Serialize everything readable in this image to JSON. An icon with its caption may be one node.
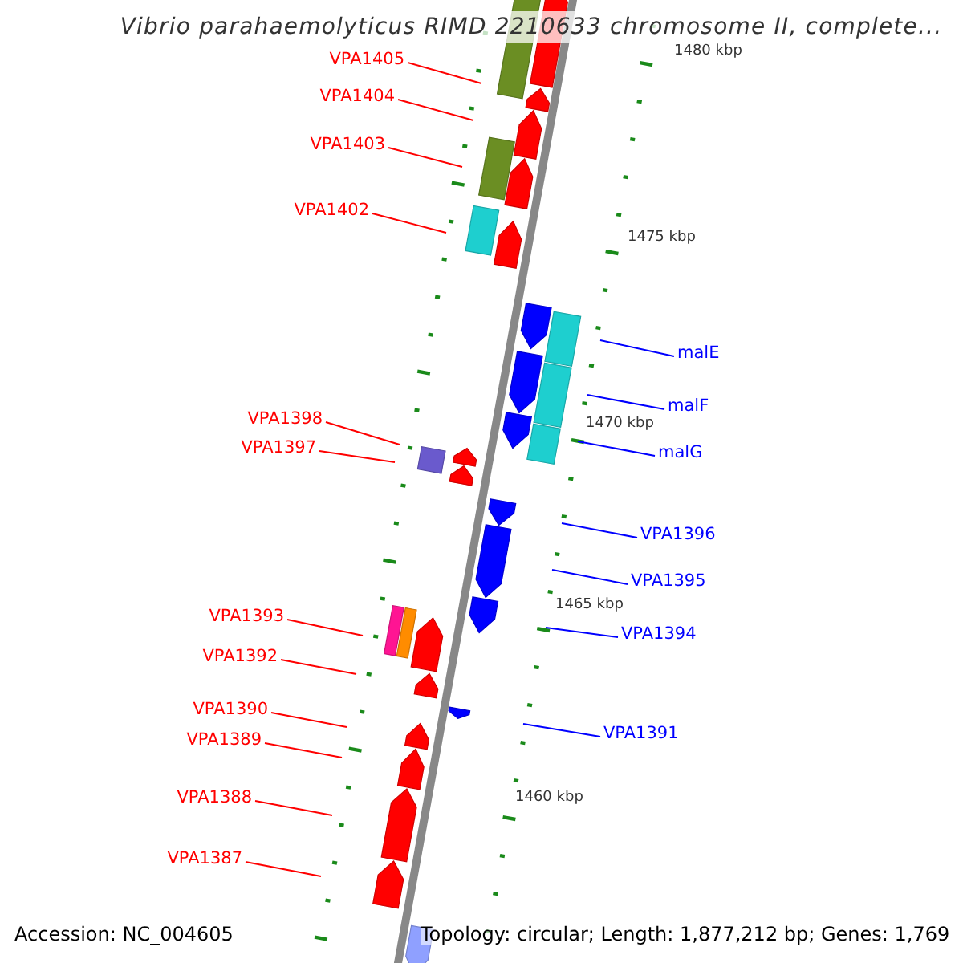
{
  "diagram": {
    "title": "Vibrio parahaemolyticus RIMD 2210633 chromosome II, complete...",
    "nodes": [
      {
        "text": [
          "VPA1405"
        ]
      },
      {
        "text": [
          "VPA1404"
        ]
      },
      {
        "text": [
          "VPA1403"
        ]
      },
      {
        "text": [
          "VPA1402"
        ]
      },
      {
        "text": [
          "malE"
        ]
      },
      {
        "text": [
          "malF"
        ]
      },
      {
        "text": [
          "VPA1398"
        ]
      },
      {
        "text": [
          "VPA1397"
        ]
      },
      {
        "text": [
          "malG"
        ]
      },
      {
        "text": [
          "VPA1396"
        ]
      },
      {
        "text": [
          "VPA1395"
        ]
      },
      {
        "text": [
          "VPA1393"
        ]
      },
      {
        "text": [
          "VPA1394"
        ]
      },
      {
        "text": [
          "VPA1392"
        ]
      },
      {
        "text": [
          "VPA1390"
        ]
      },
      {
        "text": [
          "VPA1391"
        ]
      },
      {
        "text": [
          "VPA1389"
        ]
      },
      {
        "text": [
          "VPA1388"
        ]
      },
      {
        "text": [
          "VPA1387"
        ]
      }
    ],
    "edges": [
      {
        "from": 0,
        "to": null,
        "arrow": "none"
      },
      {
        "from": 1,
        "to": null,
        "arrow": "none"
      },
      {
        "from": 2,
        "to": null,
        "arrow": "none"
      },
      {
        "from": 3,
        "to": null,
        "arrow": "none"
      },
      {
        "from": 4,
        "to": null,
        "arrow": "none",
        "color": "#0000ff"
      },
      {
        "from": 5,
        "to": null,
        "arrow": "none",
        "color": "#0000ff"
      },
      {
        "from": 6,
        "to": null,
        "arrow": "none"
      },
      {
        "from": 7,
        "to": null,
        "arrow": "none"
      },
      {
        "from": 8,
        "to": null,
        "arrow": "none",
        "color": "#0000ff"
      },
      {
        "from": 9,
        "to": null,
        "arrow": "none",
        "color": "#0000ff"
      },
      {
        "from": 10,
        "to": null,
        "arrow": "none",
        "color": "#0000ff"
      },
      {
        "from": 11,
        "to": null,
        "arrow": "none"
      },
      {
        "from": 12,
        "to": null,
        "arrow": "none",
        "color": "#0000ff"
      },
      {
        "from": 13,
        "to": null,
        "arrow": "none"
      },
      {
        "from": 14,
        "to": null,
        "arrow": "none"
      },
      {
        "from": 15,
        "to": null,
        "arrow": "none",
        "color": "#0000ff"
      },
      {
        "from": 16,
        "to": null,
        "arrow": "none"
      },
      {
        "from": 17,
        "to": null,
        "arrow": "none"
      },
      {
        "from": 18,
        "to": null,
        "arrow": "none"
      }
    ],
    "labels": [
      "1480 kbp",
      "1475 kbp",
      "1470 kbp",
      "1465 kbp",
      "1460 kbp",
      "Accession: NC_004605",
      "Topology: circular; Length: 1,877,212 bp; Genes: 1,769"
    ]
  }
}
